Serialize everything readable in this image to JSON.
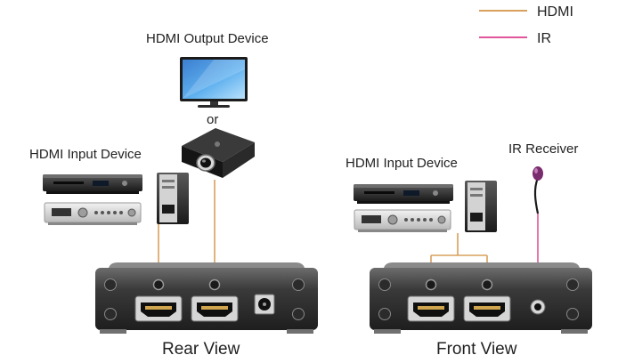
{
  "legend": {
    "hdmi_label": "HDMI",
    "ir_label": "IR",
    "hdmi_color": "#D9A05B",
    "ir_color": "#E0569A"
  },
  "rear": {
    "output_device_label": "HDMI Output Device",
    "or_label": "or",
    "input_device_label": "HDMI Input Device",
    "view_label": "Rear View"
  },
  "front": {
    "input_device_label": "HDMI Input Device",
    "ir_receiver_label": "IR Receiver",
    "view_label": "Front View"
  },
  "icons": {
    "monitor": "monitor-icon",
    "projector": "projector-icon",
    "dvd_player": "dvd-player-icon",
    "amplifier": "amplifier-icon",
    "pc_tower": "pc-tower-icon",
    "ir_sensor": "ir-receiver-icon",
    "hdmi_port": "hdmi-port-icon",
    "power_jack": "power-jack-icon"
  }
}
